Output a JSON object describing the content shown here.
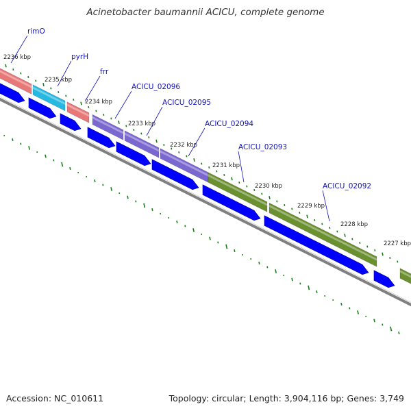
{
  "header": {
    "title": "Acinetobacter baumannii ACICU, complete genome"
  },
  "footer": {
    "accession": "Accession: NC_010611",
    "summary": "Topology: circular; Length: 3,904,116 bp; Genes: 3,749"
  },
  "colors": {
    "cds": "#0000ff",
    "rna_red": "#e87878",
    "rna_cyan": "#25b8e0",
    "purple": "#7a68d0",
    "olive": "#6a9030",
    "backbone": "#808080",
    "gc_ticks": "#1a7a1a",
    "gene_label": "#1111bb"
  },
  "ticks": [
    "2236 kbp",
    "2235 kbp",
    "2234 kbp",
    "2233 kbp",
    "2232 kbp",
    "2231 kbp",
    "2230 kbp",
    "2229 kbp",
    "2228 kbp",
    "2227 kbp"
  ],
  "genes": [
    {
      "name": "rimO",
      "color": "#e87878"
    },
    {
      "name": "pyrH",
      "color": "#25b8e0"
    },
    {
      "name": "frr",
      "color": "#e87878"
    },
    {
      "name": "ACICU_02096",
      "color": "#7a68d0"
    },
    {
      "name": "ACICU_02095",
      "color": "#7a68d0"
    },
    {
      "name": "ACICU_02094",
      "color": "#7a68d0"
    },
    {
      "name": "ACICU_02093",
      "color": "#6a9030"
    },
    {
      "name": "ACICU_02092",
      "color": "#6a9030"
    },
    {
      "name": "",
      "color": "#6a9030"
    }
  ],
  "cds_count": 9
}
